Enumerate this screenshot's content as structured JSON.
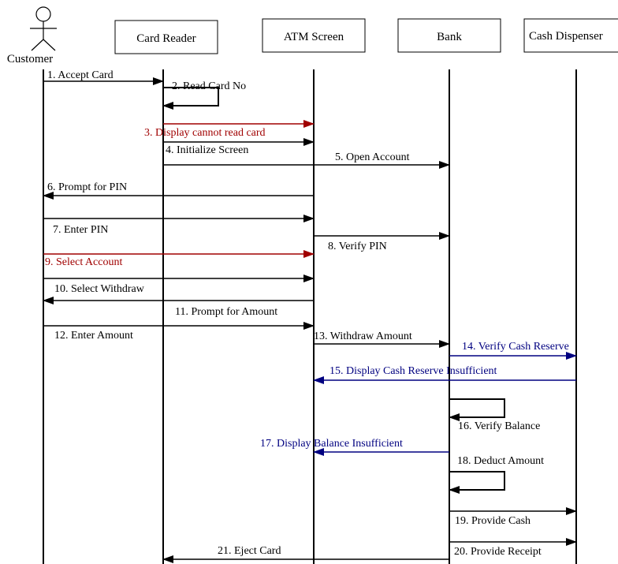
{
  "diagram": {
    "actor": {
      "label": "Customer"
    },
    "participants": [
      {
        "id": "card-reader",
        "label": "Card Reader"
      },
      {
        "id": "atm-screen",
        "label": "ATM Screen"
      },
      {
        "id": "bank",
        "label": "Bank"
      },
      {
        "id": "cash-dispenser",
        "label": "Cash Dispenser"
      }
    ],
    "colors": {
      "default": "#000000",
      "alt": "#a00000",
      "blue": "#000080"
    },
    "messages": [
      {
        "n": 1,
        "label": "1. Accept Card",
        "from": "customer",
        "to": "card-reader",
        "color": "default"
      },
      {
        "n": 2,
        "label": "2. Read Card No",
        "from": "card-reader",
        "to": "card-reader",
        "self": true,
        "color": "default"
      },
      {
        "n": 3,
        "label": "3. Display cannot read card",
        "from": "card-reader",
        "to": "atm-screen",
        "color": "alt"
      },
      {
        "n": 4,
        "label": "4. Initialize Screen",
        "from": "card-reader",
        "to": "atm-screen",
        "color": "default"
      },
      {
        "n": 5,
        "label": "5. Open Account",
        "from": "card-reader",
        "to": "bank",
        "color": "default"
      },
      {
        "n": 6,
        "label": "6. Prompt for PIN",
        "from": "atm-screen",
        "to": "customer",
        "color": "default"
      },
      {
        "n": 7,
        "label": "7. Enter PIN",
        "from": "customer",
        "to": "atm-screen",
        "color": "default"
      },
      {
        "n": 8,
        "label": "8. Verify PIN",
        "from": "atm-screen",
        "to": "bank",
        "color": "default"
      },
      {
        "n": 9,
        "label": "9. Select Account",
        "from": "customer",
        "to": "atm-screen",
        "color": "alt"
      },
      {
        "n": 10,
        "label": "10. Select Withdraw",
        "from": "customer",
        "to": "atm-screen",
        "color": "default"
      },
      {
        "n": 11,
        "label": "11. Prompt for Amount",
        "from": "atm-screen",
        "to": "customer",
        "color": "default"
      },
      {
        "n": 12,
        "label": "12. Enter Amount",
        "from": "customer",
        "to": "atm-screen",
        "color": "default"
      },
      {
        "n": 13,
        "label": "13. Withdraw Amount",
        "from": "atm-screen",
        "to": "bank",
        "color": "default"
      },
      {
        "n": 14,
        "label": "14. Verify Cash Reserve",
        "from": "bank",
        "to": "cash-dispenser",
        "color": "blue"
      },
      {
        "n": 15,
        "label": "15. Display Cash Reserve Insufficient",
        "from": "cash-dispenser",
        "to": "atm-screen",
        "color": "blue"
      },
      {
        "n": 16,
        "label": "16. Verify Balance",
        "from": "bank",
        "to": "bank",
        "self": true,
        "color": "default"
      },
      {
        "n": 17,
        "label": "17. Display Balance Insufficient",
        "from": "bank",
        "to": "atm-screen",
        "color": "blue"
      },
      {
        "n": 18,
        "label": "18. Deduct Amount",
        "from": "bank",
        "to": "bank",
        "self": true,
        "color": "default"
      },
      {
        "n": 19,
        "label": "19. Provide Cash",
        "from": "bank",
        "to": "cash-dispenser",
        "color": "default"
      },
      {
        "n": 20,
        "label": "20. Provide Receipt",
        "from": "bank",
        "to": "cash-dispenser",
        "color": "default"
      },
      {
        "n": 21,
        "label": "21. Eject Card",
        "from": "bank",
        "to": "card-reader",
        "color": "default"
      }
    ]
  }
}
